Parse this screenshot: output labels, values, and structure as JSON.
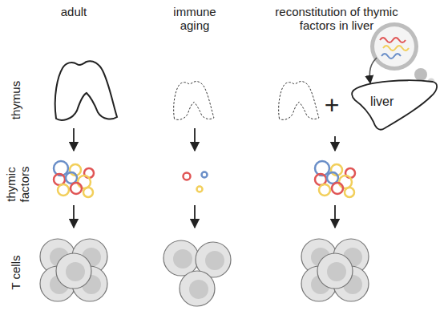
{
  "diagram": {
    "nodes": [
      {
        "text": [
          "liver"
        ]
      }
    ],
    "labels": [
      "adult",
      "immune aging",
      "reconstitution of thymic factors in liver",
      "thymus",
      "thymic factors",
      "T cells",
      "+"
    ]
  }
}
